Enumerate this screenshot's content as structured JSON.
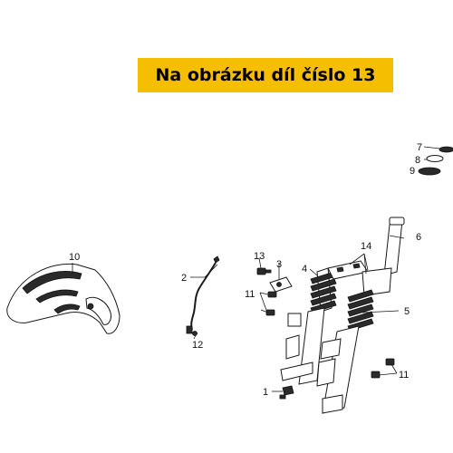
{
  "banner": {
    "text": "Na obrázku díl číslo 13"
  },
  "callouts": {
    "c1": "1",
    "c2": "2",
    "c3": "3",
    "c4": "4",
    "c5": "5",
    "c6": "6",
    "c7": "7",
    "c8": "8",
    "c9": "9",
    "c10": "10",
    "c11a": "11",
    "c11b": "11",
    "c12": "12",
    "c13": "13",
    "c14": "14"
  },
  "colors": {
    "banner_bg": "#f6be00",
    "ink": "#1a1a1a"
  }
}
